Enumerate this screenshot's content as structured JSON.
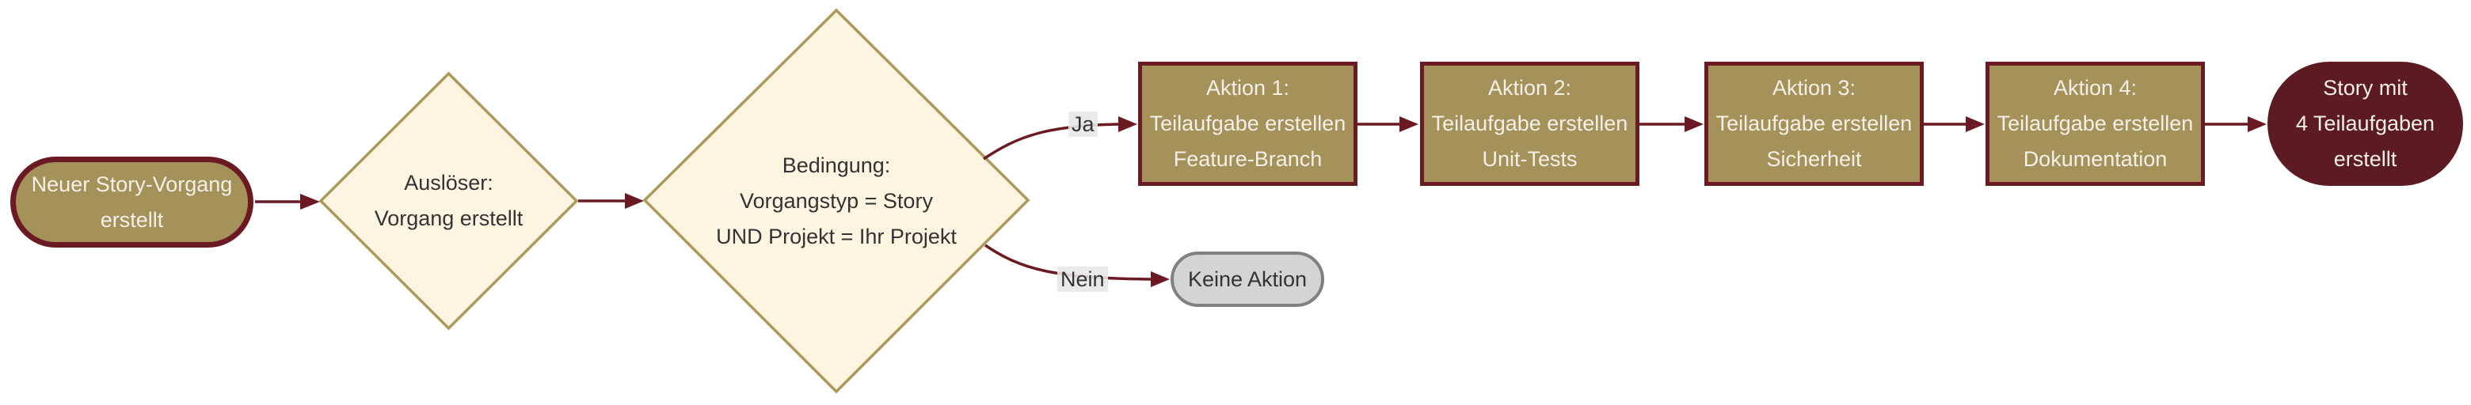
{
  "diagram": {
    "type": "flowchart",
    "direction": "left-to-right",
    "background": "#ffffff",
    "colors": {
      "node_fill_tan": "#a5915a",
      "node_border_maroon": "#6b1a23",
      "arrow_maroon": "#6b1a23",
      "diamond_fill_cream": "#fdf5e1",
      "diamond_border_gold": "#ab9a5c",
      "end_fill_maroon": "#5b1b21",
      "neutral_fill_gray": "#d4d4d4",
      "neutral_border_gray": "#808080",
      "text_light": "#f4f0e8",
      "text_dark": "#333333",
      "edge_label_bg": "#e8e8e8"
    },
    "nodes": {
      "start": {
        "shape": "stadium",
        "lines": [
          "Neuer Story-Vorgang",
          "erstellt"
        ]
      },
      "trigger": {
        "shape": "diamond",
        "lines": [
          "Auslöser:",
          "Vorgang erstellt"
        ]
      },
      "condition": {
        "shape": "diamond",
        "lines": [
          "Bedingung:",
          "Vorgangstyp = Story",
          "UND Projekt = Ihr Projekt"
        ]
      },
      "action1": {
        "shape": "rect",
        "lines": [
          "Aktion 1:",
          "Teilaufgabe erstellen",
          "Feature-Branch"
        ]
      },
      "action2": {
        "shape": "rect",
        "lines": [
          "Aktion 2:",
          "Teilaufgabe erstellen",
          "Unit-Tests"
        ]
      },
      "action3": {
        "shape": "rect",
        "lines": [
          "Aktion 3:",
          "Teilaufgabe erstellen",
          "Sicherheit"
        ]
      },
      "action4": {
        "shape": "rect",
        "lines": [
          "Aktion 4:",
          "Teilaufgabe erstellen",
          "Dokumentation"
        ]
      },
      "end": {
        "shape": "stadium",
        "lines": [
          "Story mit",
          "4 Teilaufgaben",
          "erstellt"
        ]
      },
      "no_action": {
        "shape": "stadium",
        "lines": [
          "Keine Aktion"
        ]
      }
    },
    "edge_labels": {
      "yes": "Ja",
      "no": "Nein"
    }
  }
}
